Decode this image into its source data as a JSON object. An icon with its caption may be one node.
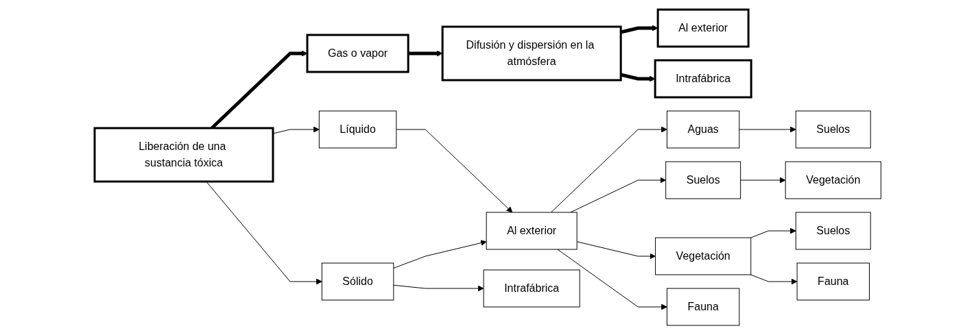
{
  "diagram": {
    "nodes": [
      {
        "text": [
          "Liberación de una sustancia tóxica"
        ]
      },
      {
        "text": [
          "Gas o vapor"
        ]
      },
      {
        "text": [
          "Difusión y dispersión en la atmósfera"
        ]
      },
      {
        "text": [
          "Al exterior"
        ]
      },
      {
        "text": [
          "Intrafábrica"
        ]
      },
      {
        "text": [
          "Líquido"
        ]
      },
      {
        "text": [
          "Al exterior"
        ]
      },
      {
        "text": [
          "Aguas"
        ]
      },
      {
        "text": [
          "Suelos"
        ]
      },
      {
        "text": [
          "Suelos"
        ]
      },
      {
        "text": [
          "Vegetación"
        ]
      },
      {
        "text": [
          "Vegetación"
        ]
      },
      {
        "text": [
          "Suelos"
        ]
      },
      {
        "text": [
          "Fauna"
        ]
      },
      {
        "text": [
          "Fauna"
        ]
      },
      {
        "text": [
          "Sólido"
        ]
      },
      {
        "text": [
          "Intrafábrica"
        ]
      }
    ],
    "edges": [
      {
        "from": 0,
        "to": 1,
        "arrow": "to",
        "style": "thick"
      },
      {
        "from": 1,
        "to": 2,
        "arrow": "to",
        "style": "thick"
      },
      {
        "from": 2,
        "to": 3,
        "arrow": "to",
        "style": "thick"
      },
      {
        "from": 2,
        "to": 4,
        "arrow": "to",
        "style": "thick"
      },
      {
        "from": 0,
        "to": 5,
        "arrow": "to"
      },
      {
        "from": 0,
        "to": 15,
        "arrow": "to"
      },
      {
        "from": 5,
        "to": 6,
        "arrow": "to"
      },
      {
        "from": 15,
        "to": 6,
        "arrow": "to"
      },
      {
        "from": 15,
        "to": 16,
        "arrow": "to"
      },
      {
        "from": 6,
        "to": 7,
        "arrow": "to"
      },
      {
        "from": 6,
        "to": 9,
        "arrow": "to"
      },
      {
        "from": 6,
        "to": 11,
        "arrow": "to"
      },
      {
        "from": 6,
        "to": 13,
        "arrow": "to"
      },
      {
        "from": 7,
        "to": 8,
        "arrow": "to"
      },
      {
        "from": 9,
        "to": 10,
        "arrow": "to"
      },
      {
        "from": 11,
        "to": 12,
        "arrow": "to"
      },
      {
        "from": 11,
        "to": 14,
        "arrow": "to"
      }
    ]
  }
}
